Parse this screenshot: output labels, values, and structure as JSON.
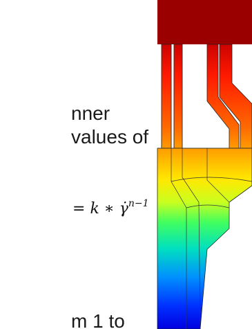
{
  "slide": {
    "text_lines": [
      "nner",
      "values of",
      "m 1 to"
    ],
    "formula": {
      "lhs": "=",
      "k": "k",
      "op": "∗",
      "gamma": "γ̇",
      "exponent": "n−1"
    }
  },
  "simulation": {
    "colormap": [
      "#8b0000",
      "#ff0000",
      "#ff8000",
      "#ffff00",
      "#00ff80",
      "#00c0ff",
      "#0000ff"
    ]
  }
}
